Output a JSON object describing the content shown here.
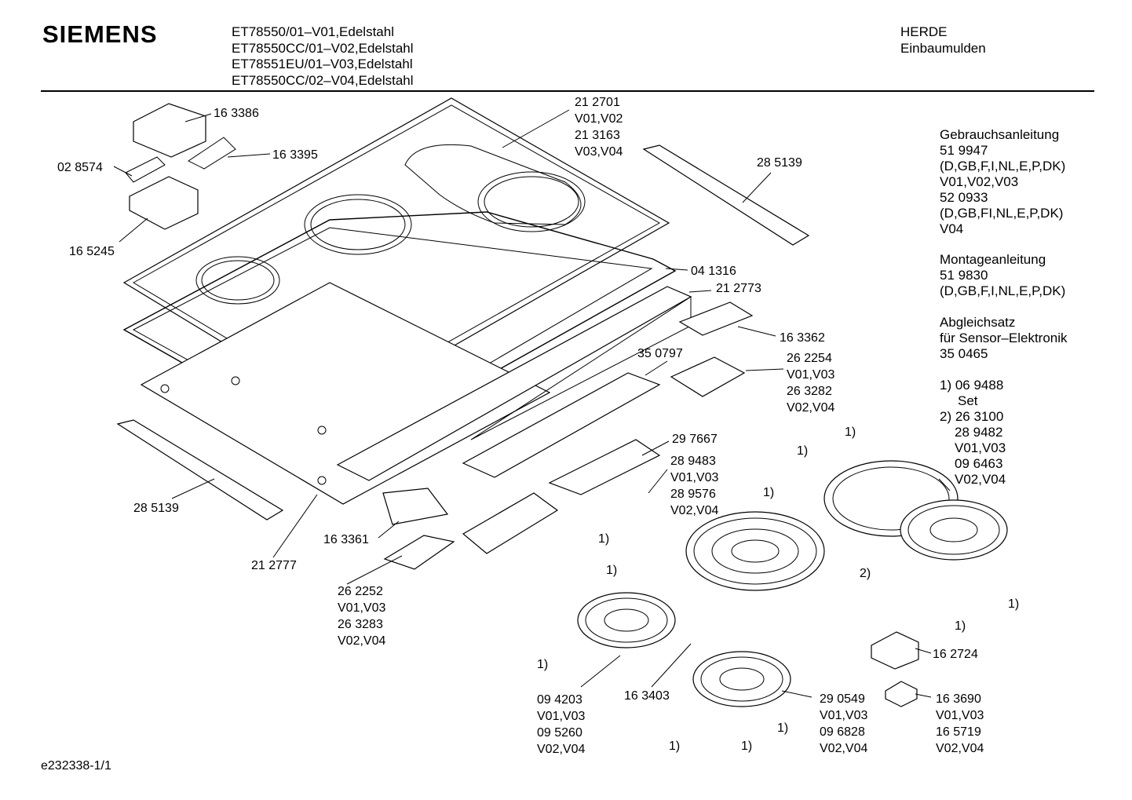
{
  "header": {
    "brand": "SIEMENS",
    "models": [
      "ET78550/01–V01,Edelstahl",
      "ET78550CC/01–V02,Edelstahl",
      "ET78551EU/01–V03,Edelstahl",
      "ET78550CC/02–V04,Edelstahl"
    ],
    "category": [
      "HERDE",
      "Einbaumulden"
    ]
  },
  "side_notes": {
    "gebrauch": [
      "Gebrauchsanleitung",
      "51 9947",
      "(D,GB,F,I,NL,E,P,DK)",
      "V01,V02,V03",
      "52 0933",
      "(D,GB,FI,NL,E,P,DK)",
      "V04"
    ],
    "montage": [
      "Montageanleitung",
      "51 9830",
      "(D,GB,F,I,NL,E,P,DK)"
    ],
    "abgleich": [
      "Abgleichsatz",
      "für Sensor–Elektronik",
      "35 0465"
    ],
    "footnotes": [
      "1) 06 9488",
      "Set",
      "2) 26 3100",
      "28 9482",
      "V01,V03",
      "09 6463",
      "V02,V04"
    ]
  },
  "parts": {
    "p163386": "16 3386",
    "p163395": "16 3395",
    "p028574": "02 8574",
    "p165245": "16 5245",
    "p212701": [
      "21 2701",
      "V01,V02",
      "21 3163",
      "V03,V04"
    ],
    "p285139_top": "28 5139",
    "p041316": "04 1316",
    "p212773": "21 2773",
    "p163362": "16 3362",
    "p350797": "35 0797",
    "p262254": [
      "26 2254",
      "V01,V03",
      "26 3282",
      "V02,V04"
    ],
    "p297667": "29 7667",
    "p289483": [
      "28 9483",
      "V01,V03",
      "28 9576",
      "V02,V04"
    ],
    "p285139_left": "28 5139",
    "p163361": "16 3361",
    "p212777": "21 2777",
    "p262252": [
      "26 2252",
      "V01,V03",
      "26 3283",
      "V02,V04"
    ],
    "p094203": [
      "09 4203",
      "V01,V03",
      "09 5260",
      "V02,V04"
    ],
    "p163403": "16 3403",
    "p290549": [
      "29 0549",
      "V01,V03",
      "09 6828",
      "V02,V04"
    ],
    "p162724": "16 2724",
    "p163690": [
      "16 3690",
      "V01,V03",
      "16 5719",
      "V02,V04"
    ]
  },
  "markers": {
    "one": "1)",
    "two": "2)"
  },
  "footer": "e232338-1/1"
}
